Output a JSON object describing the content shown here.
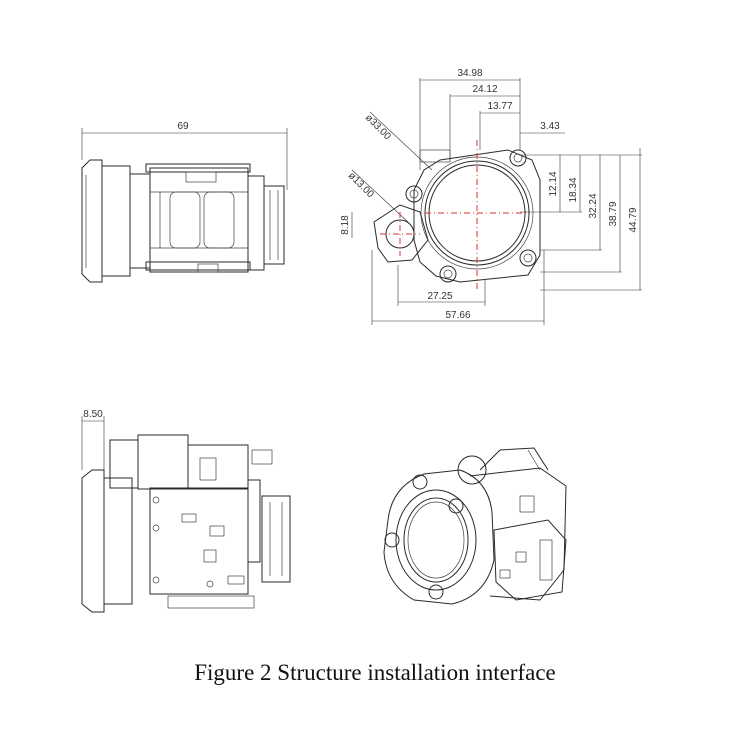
{
  "caption": "Figure 2 Structure installation interface",
  "dimensions": {
    "side_width": "69",
    "top_offset": "8.50",
    "d_34_98": "34.98",
    "d_24_12": "24.12",
    "d_13_77": "13.77",
    "d_3_43": "3.43",
    "dia_33": "ø33.00",
    "dia_13": "ø13.00",
    "d_8_18": "8.18",
    "d_12_14": "12.14",
    "d_18_34": "18.34",
    "d_32_24": "32.24",
    "d_38_79": "38.79",
    "d_44_79": "44.79",
    "d_27_25": "27.25",
    "d_57_66": "57.66"
  }
}
